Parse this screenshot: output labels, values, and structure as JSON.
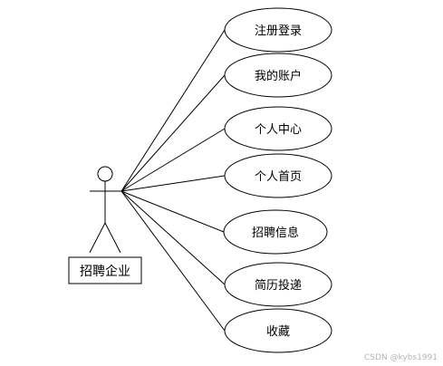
{
  "actor": {
    "name": "招聘企业"
  },
  "use_cases": [
    {
      "label": "注册登录"
    },
    {
      "label": "我的账户"
    },
    {
      "label": "个人中心"
    },
    {
      "label": "个人首页"
    },
    {
      "label": "招聘信息"
    },
    {
      "label": "简历投递"
    },
    {
      "label": "收藏"
    }
  ],
  "watermark": "CSDN @kybs1991"
}
